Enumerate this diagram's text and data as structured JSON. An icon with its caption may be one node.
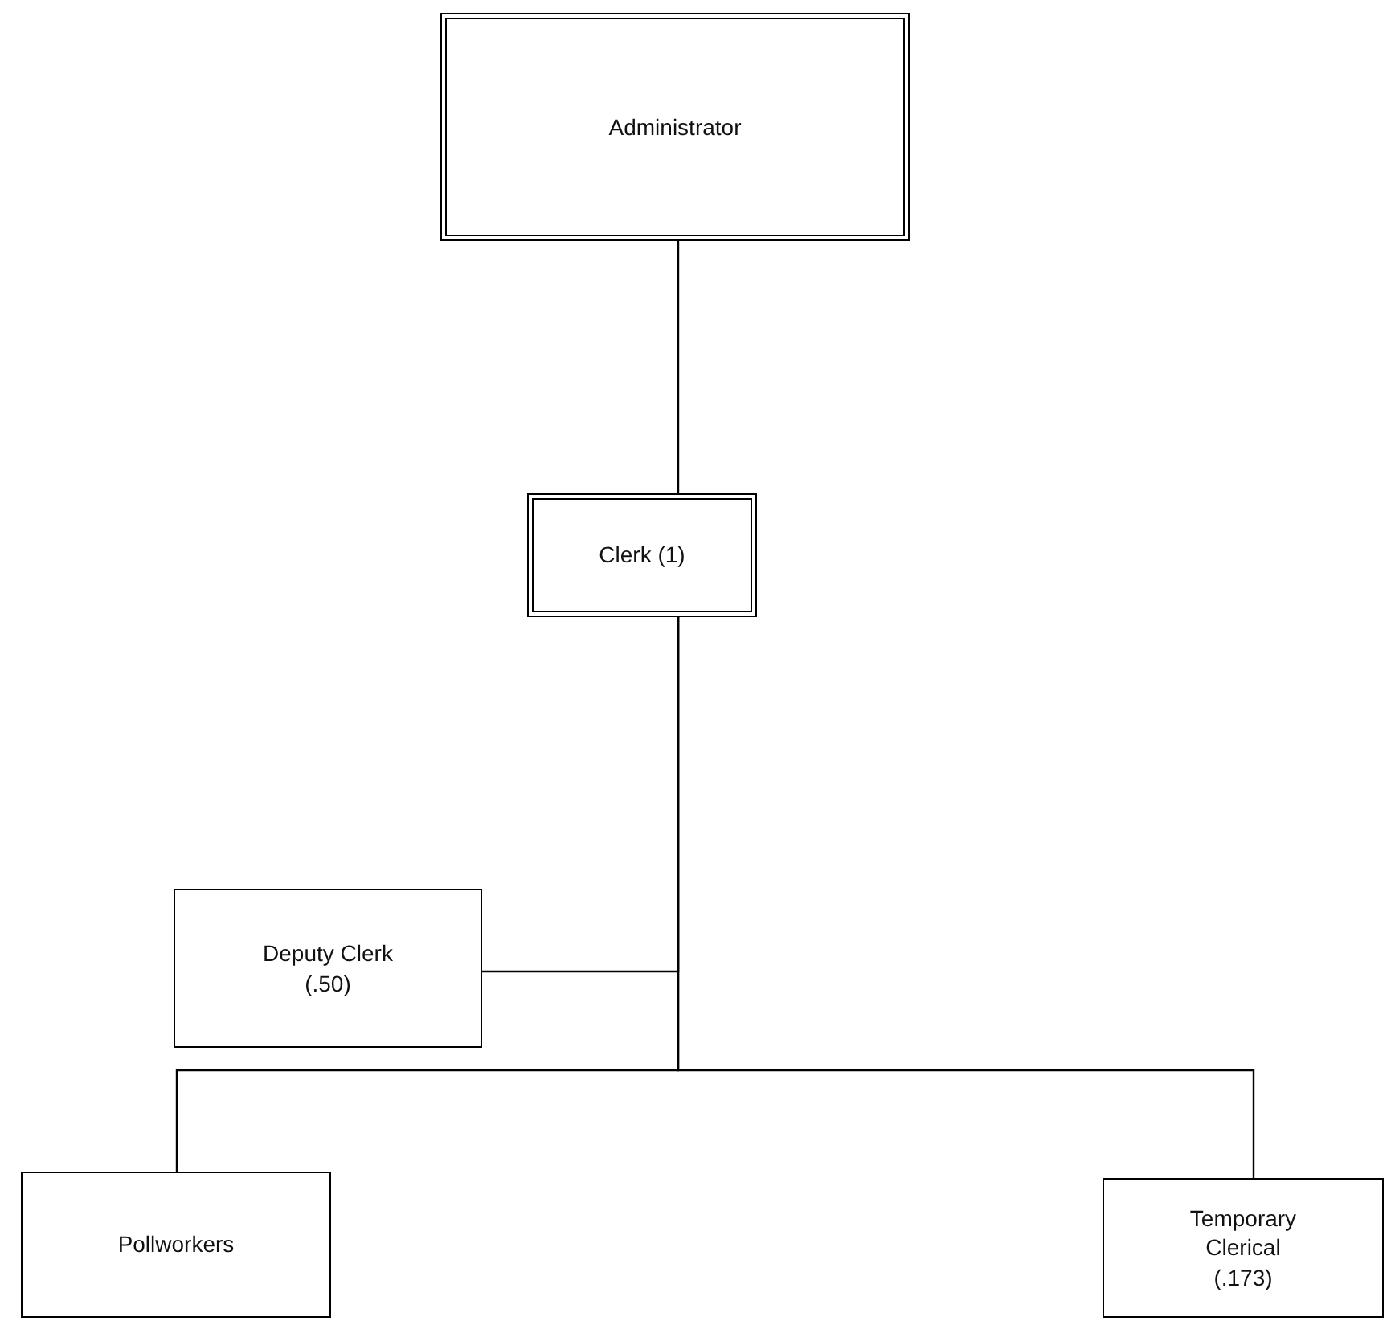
{
  "diagram": {
    "nodes": [
      {
        "text": [
          "Administrator"
        ]
      },
      {
        "text": [
          "Clerk (1)"
        ]
      },
      {
        "text": [
          "Deputy Clerk (.50)"
        ]
      },
      {
        "text": [
          "Pollworkers"
        ]
      },
      {
        "text": [
          "Temporary Clerical (.173)"
        ]
      }
    ],
    "edges": [
      {
        "from": 0,
        "to": 1,
        "arrow": "none"
      },
      {
        "from": 1,
        "to": 2,
        "arrow": "none"
      },
      {
        "from": 1,
        "to": 3,
        "arrow": "none"
      },
      {
        "from": 1,
        "to": 4,
        "arrow": "none"
      }
    ]
  }
}
